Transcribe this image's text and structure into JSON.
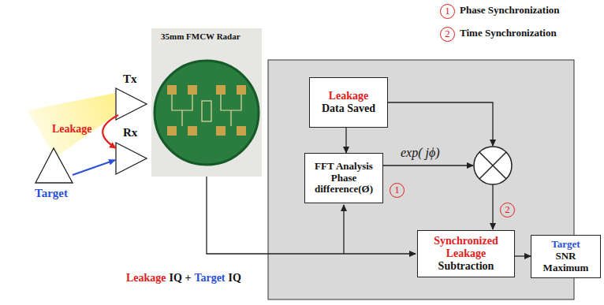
{
  "diagram": {
    "nodes": [
      {
        "text": [
          "Leakage",
          "Data Saved"
        ]
      },
      {
        "text": [
          "FFT Analysis Phase difference(Ø)"
        ]
      },
      {
        "text": [
          "Synchronized Leakage",
          "Subtraction"
        ]
      },
      {
        "text": [
          "Target",
          "SNR Maximum"
        ]
      }
    ],
    "edges": [
      {
        "from": 0,
        "to": 1,
        "arrow": "to"
      },
      {
        "from": 2,
        "to": 3,
        "arrow": "to"
      }
    ],
    "labels": [
      "1",
      "Phase Synchronization",
      "2",
      "Time Synchronization",
      "Target",
      "Tx",
      "Rx",
      "Leakage",
      "35mm FMCW Radar",
      "Leakage",
      "IQ +",
      "Target",
      "IQ",
      "exp( jϕ)",
      "1",
      "2"
    ]
  }
}
